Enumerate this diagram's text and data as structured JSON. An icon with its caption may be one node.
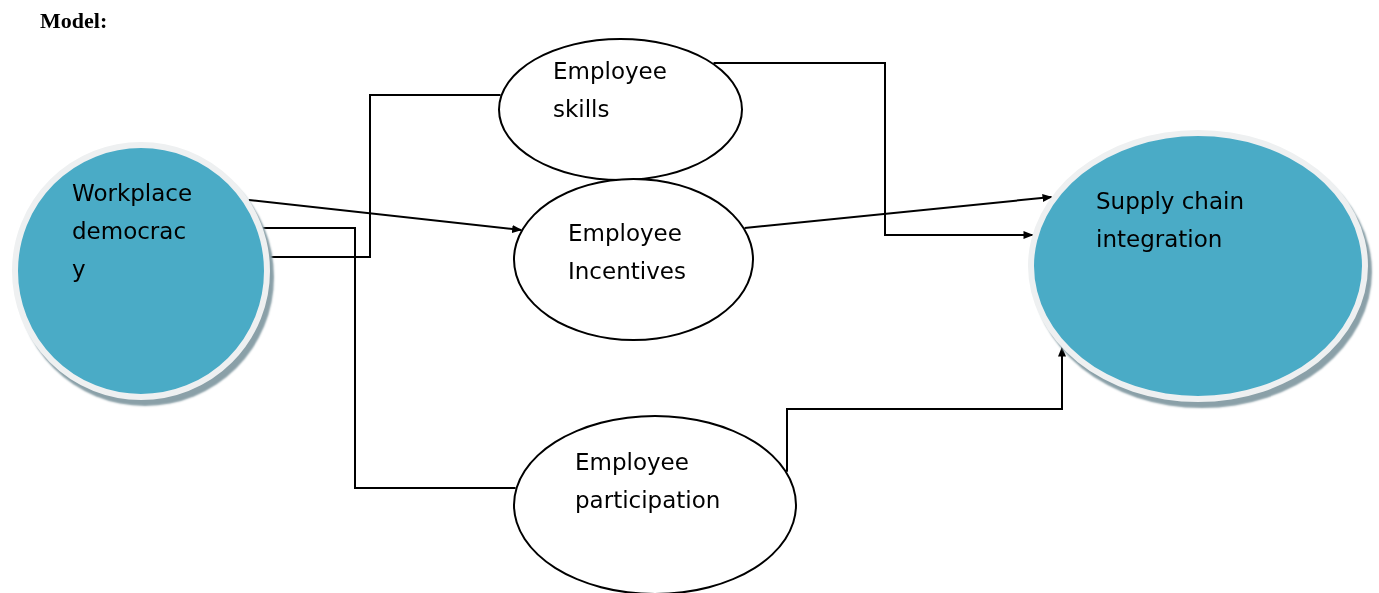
{
  "diagram": {
    "title": "Model:",
    "nodes": [
      {
        "text": [
          "Workplace democrac y"
        ]
      },
      {
        "text": [
          "Employee skills"
        ]
      },
      {
        "text": [
          "Employee Incentives"
        ]
      },
      {
        "text": [
          "Employee participation"
        ]
      },
      {
        "text": [
          "Supply chain integration"
        ]
      }
    ],
    "edges": [
      {
        "from": 0,
        "to": 1,
        "arrow": "none"
      },
      {
        "from": 0,
        "to": 2,
        "arrow": "to"
      },
      {
        "from": 0,
        "to": 3,
        "arrow": "none"
      },
      {
        "from": 1,
        "to": 4,
        "arrow": "to"
      },
      {
        "from": 2,
        "to": 4,
        "arrow": "to"
      },
      {
        "from": 3,
        "to": 4,
        "arrow": "to"
      }
    ]
  }
}
